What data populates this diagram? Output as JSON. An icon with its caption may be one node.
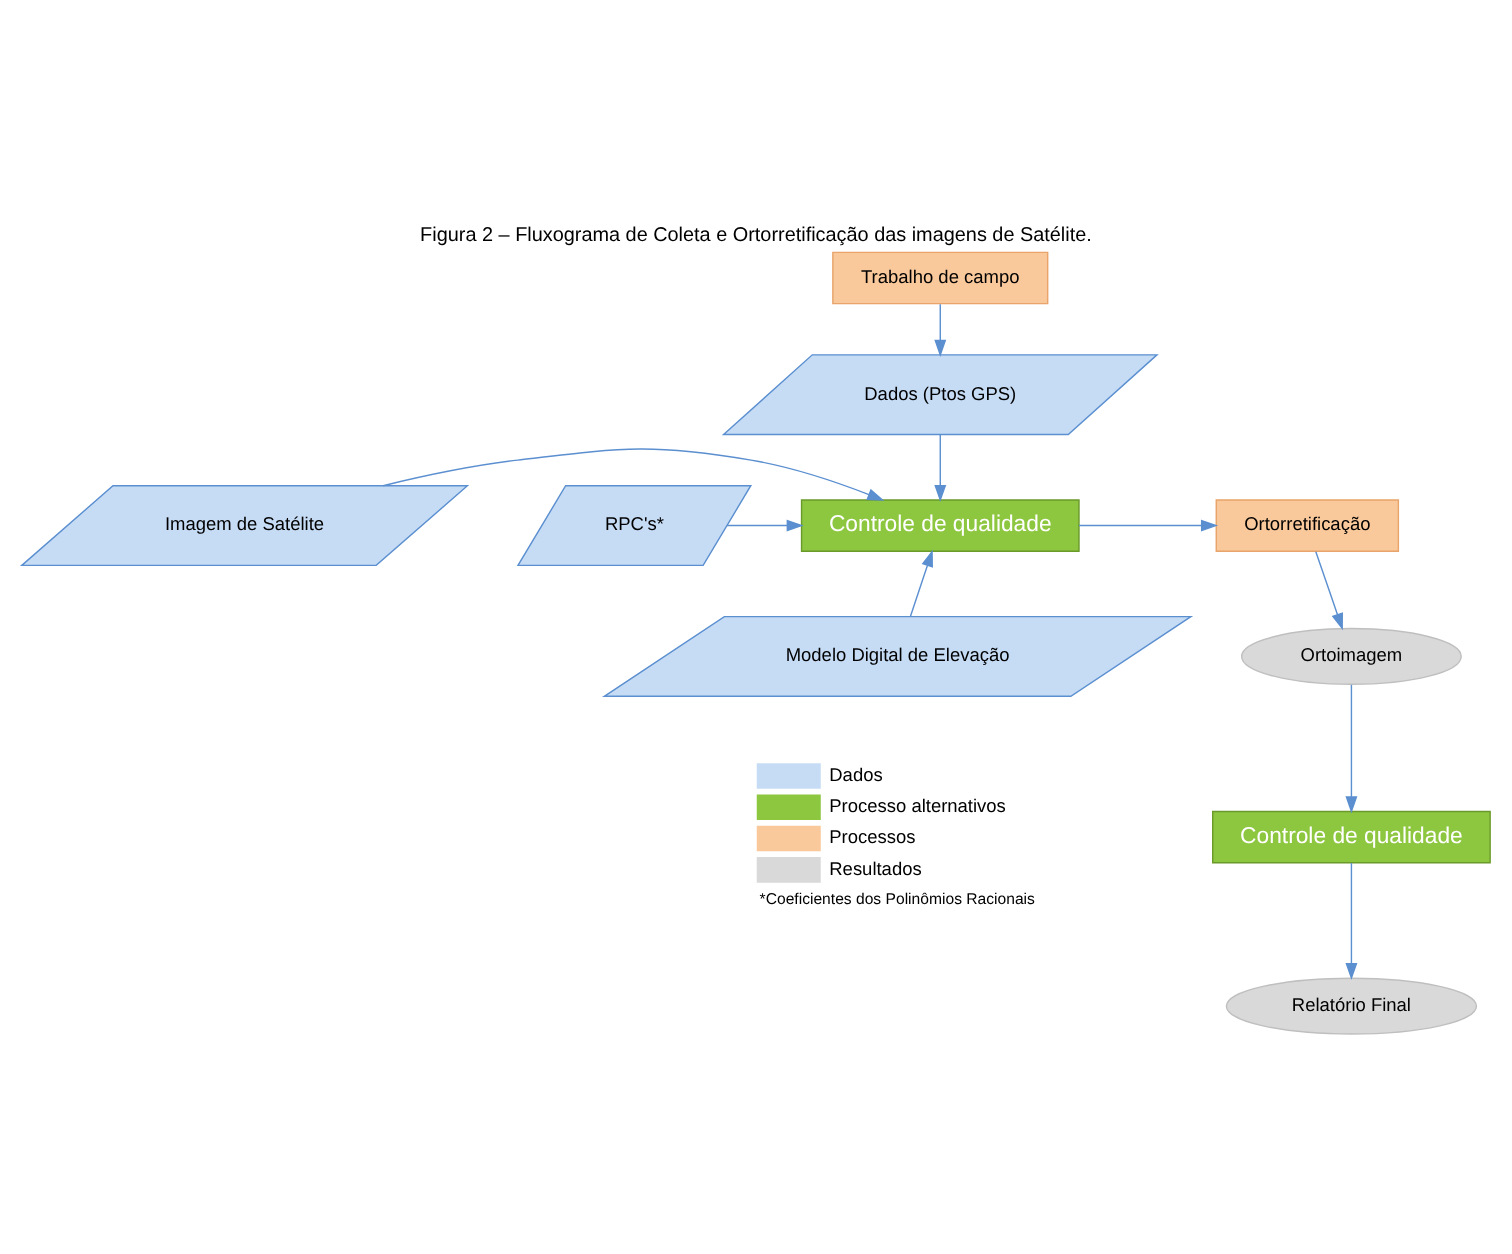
{
  "diagram": {
    "title": "Figura 2 – Fluxograma de Coleta e Ortorretificação das imagens de Satélite.",
    "nodes": [
      {
        "text": [
          "Trabalho de campo"
        ]
      },
      {
        "text": [
          "Dados (Ptos GPS)"
        ]
      },
      {
        "text": [
          "Imagem de Satélite"
        ]
      },
      {
        "text": [
          "RPC's*"
        ]
      },
      {
        "text": [
          "Controle de qualidade"
        ]
      },
      {
        "text": [
          "Ortorretificação"
        ]
      },
      {
        "text": [
          "Modelo Digital de Elevação"
        ]
      },
      {
        "text": [
          "Ortoimagem"
        ]
      },
      {
        "text": [
          "Controle de qualidade"
        ]
      },
      {
        "text": [
          "Relatório Final"
        ]
      }
    ],
    "edges": [
      {
        "from": 0,
        "to": 1,
        "arrow": "to"
      },
      {
        "from": 1,
        "to": 4,
        "arrow": "to"
      },
      {
        "from": 2,
        "to": 4,
        "arrow": "to"
      },
      {
        "from": 3,
        "to": 4,
        "arrow": "to"
      },
      {
        "from": 6,
        "to": 4,
        "arrow": "to"
      },
      {
        "from": 4,
        "to": 5,
        "arrow": "to"
      },
      {
        "from": 5,
        "to": 7,
        "arrow": "to"
      },
      {
        "from": 7,
        "to": 8,
        "arrow": "to"
      },
      {
        "from": 8,
        "to": 9,
        "arrow": "to"
      }
    ],
    "labels": [
      "*Coeficientes dos Polinômios Racionais"
    ],
    "legend": [
      {
        "text": "Dados",
        "color": "#c6dcf5"
      },
      {
        "text": "Processo alternativos",
        "color": "#8dc63f"
      },
      {
        "text": "Processos",
        "color": "#f9c89b"
      },
      {
        "text": "Resultados",
        "color": "#d9d9d9"
      }
    ]
  }
}
